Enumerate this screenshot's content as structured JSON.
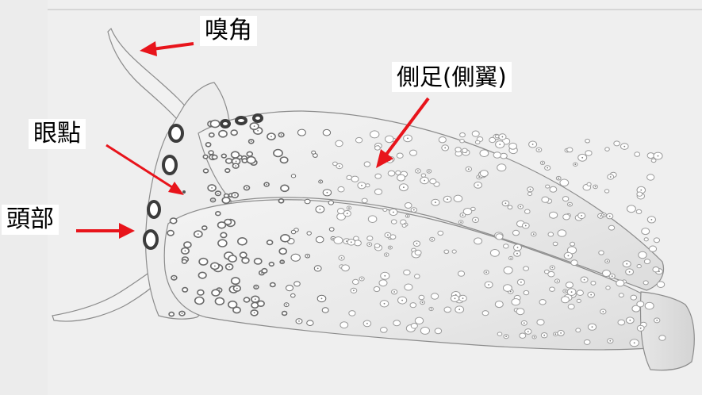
{
  "labels": {
    "rhinophore": "嗅角",
    "parapodia": "側足(側翼)",
    "eyespot": "眼點",
    "head": "頭部"
  },
  "colors": {
    "arrow": "#e8141b",
    "paper": "#ececec",
    "pencil": "#8c8c8c",
    "ring_dark": "#3c3c3c",
    "spot_fill": "#ffffff"
  }
}
